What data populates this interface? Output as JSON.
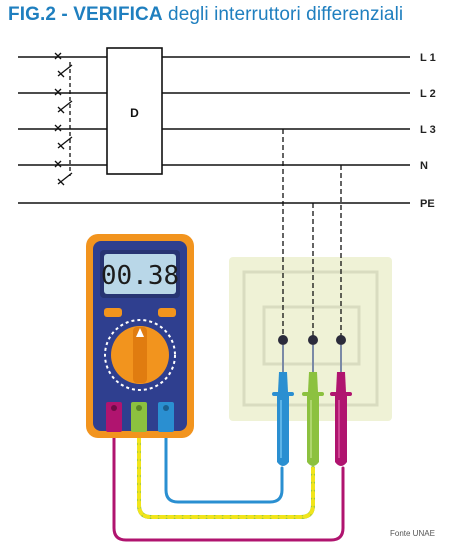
{
  "figure": {
    "title_prefix": "FIG.2 - VERIFICA",
    "title_rest": " degli interruttori differenziali",
    "device_label": "D",
    "line_labels": [
      "L 1",
      "L 2",
      "L 3",
      "N",
      "PE"
    ],
    "meter_display": "00.38",
    "source": "Fonte UNAE"
  },
  "colors": {
    "title": "#1f7fbf",
    "meter_body": "#2f3f8f",
    "meter_frame": "#f2941e",
    "lcd_screen": "#b9d7e8",
    "socket_plate": "#eff2d6",
    "lead_blue": "#2a8fd1",
    "lead_green": "#8cc13f",
    "lead_magenta": "#b0146f"
  }
}
